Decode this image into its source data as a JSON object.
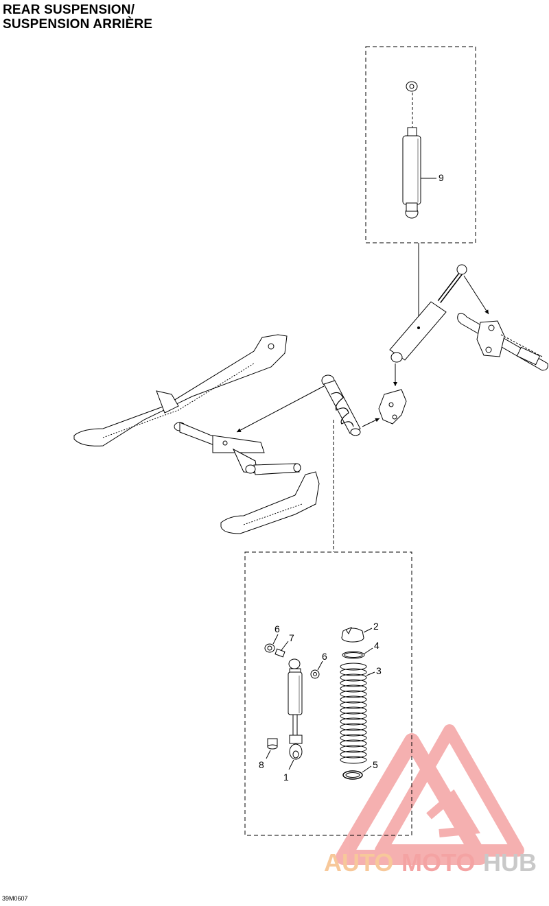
{
  "title": {
    "line1": "REAR SUSPENSION/",
    "line2": "SUSPENSION ARRIÈRE"
  },
  "ref_code": "39M0607",
  "callouts": {
    "n1": "1",
    "n2": "2",
    "n3": "3",
    "n4": "4",
    "n5": "5",
    "n6a": "6",
    "n6b": "6",
    "n7": "7",
    "n8": "8",
    "n9": "9"
  },
  "watermark": {
    "part1": "AUTO",
    "part2": "MOTO",
    "part3": "HUB",
    "color_primary": "#f4a3a3",
    "color_secondary": "#f7c89a",
    "color_dark": "#c9c9c9"
  }
}
